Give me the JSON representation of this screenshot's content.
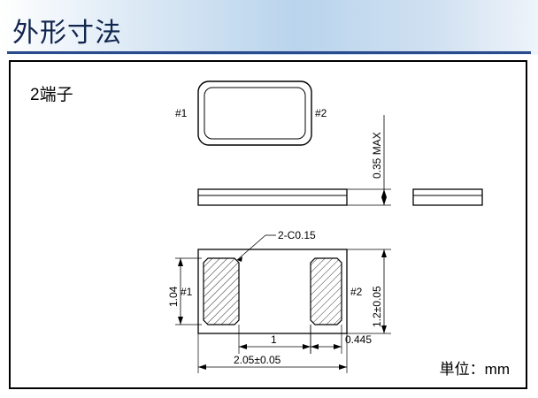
{
  "header": {
    "title": "外形寸法"
  },
  "panel": {
    "label": "2端子",
    "unit": "単位：mm"
  },
  "drawing": {
    "top_view": {
      "pin1": "#1",
      "pin2": "#2"
    },
    "side_view": {
      "height_dim": "0.35 MAX"
    },
    "bottom_view": {
      "pin1": "#1",
      "pin2": "#2",
      "chamfer": "2-C0.15",
      "pad_height": "1.04",
      "body_width_dim": "1.2±0.05",
      "pad_pitch": "1",
      "pad_width": "0.445",
      "body_length_dim": "2.05±0.05"
    }
  }
}
